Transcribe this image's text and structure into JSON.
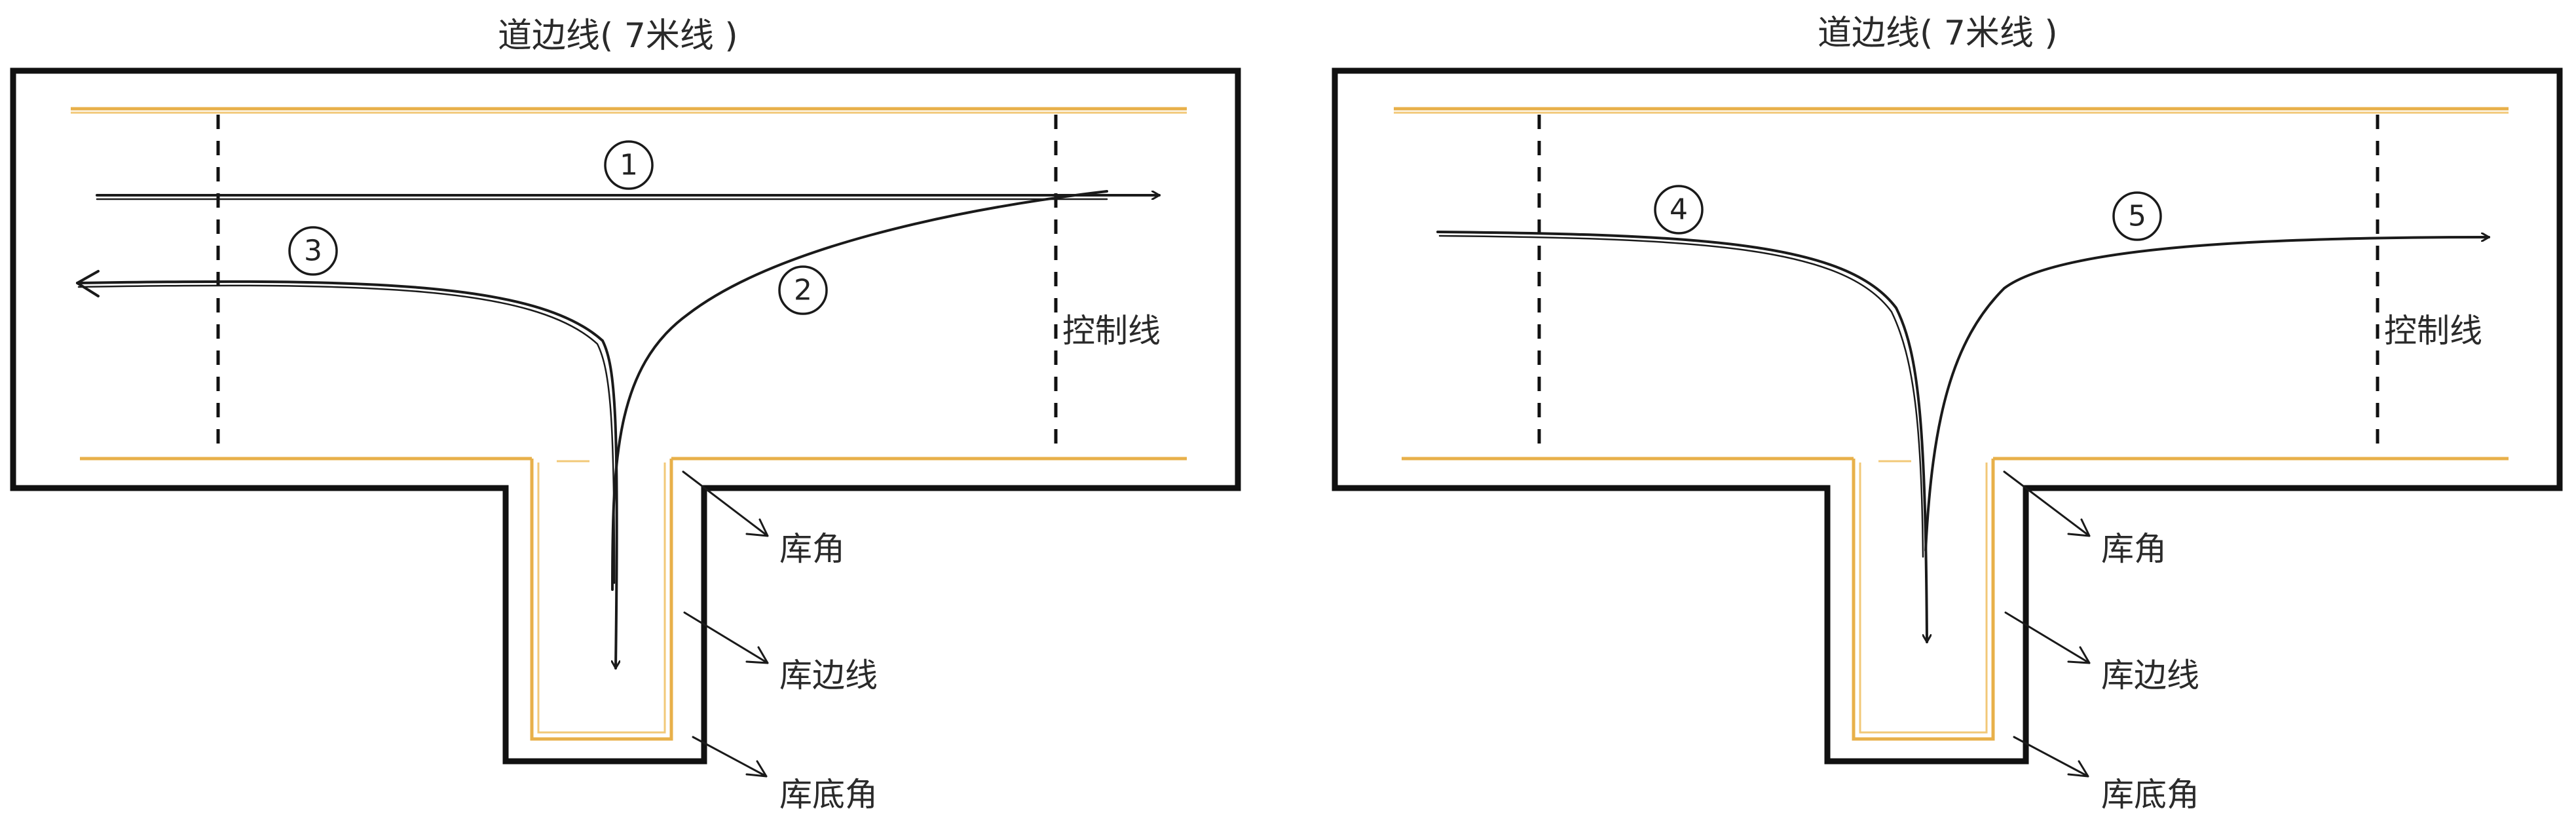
{
  "panels": [
    {
      "title": "道边线( 7米线 )",
      "control_label": "控制线",
      "route_numbers": [
        "1",
        "2",
        "3"
      ],
      "callouts": [
        "库角",
        "库边线",
        "库底角"
      ]
    },
    {
      "title": "道边线( 7米线 )",
      "control_label": "控制线",
      "route_numbers": [
        "4",
        "5"
      ],
      "callouts": [
        "库角",
        "库边线",
        "库底角"
      ]
    }
  ],
  "colors": {
    "wall": "#111111",
    "road_edge": "#e8b04a",
    "path": "#1a1a1a"
  }
}
